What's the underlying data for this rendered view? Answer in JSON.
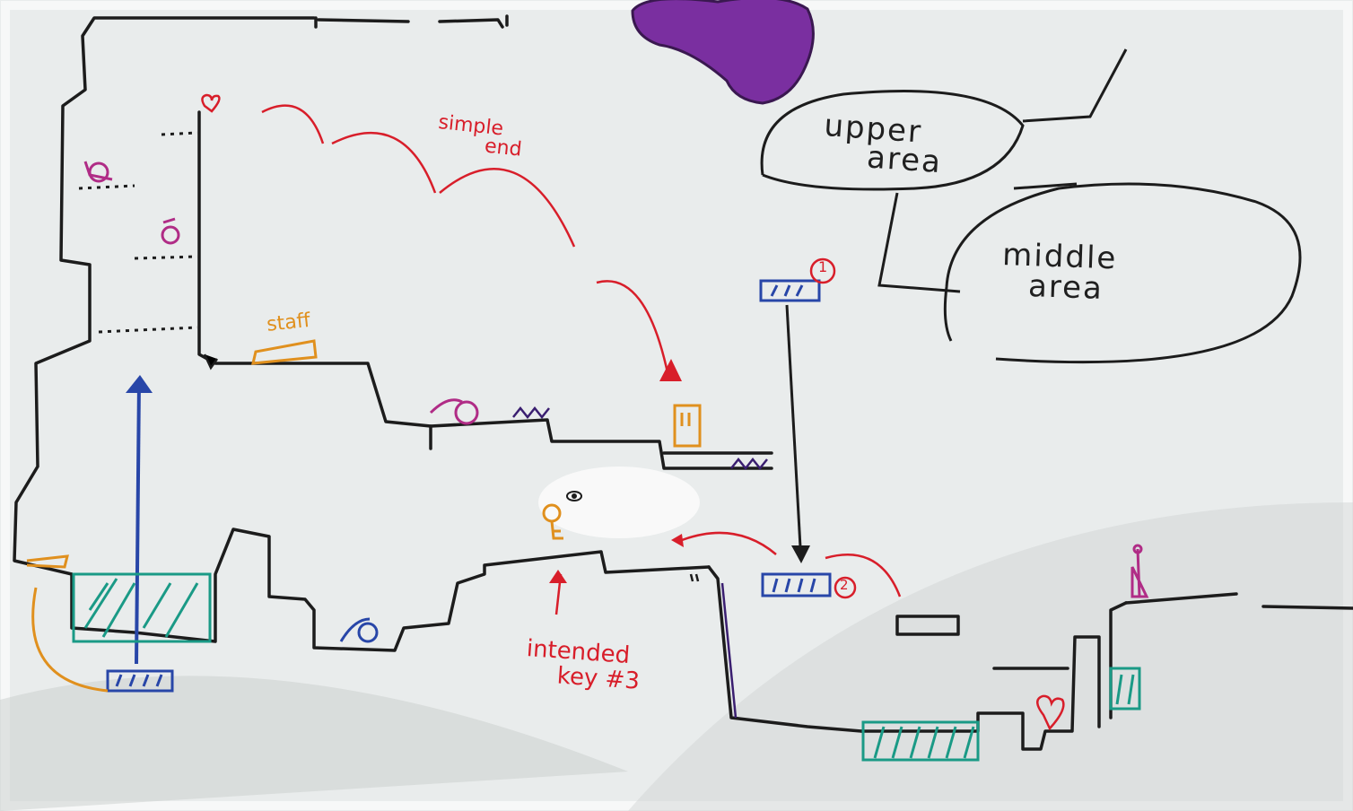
{
  "board": {
    "surface_color": "#e9ecec",
    "marker_colors": {
      "black": "#1c1c1c",
      "red": "#d81e2a",
      "orange": "#e0901e",
      "blue": "#2846a8",
      "teal": "#1a9a86",
      "magenta": "#b02c86",
      "purple_eraser": "#7a2fa0"
    }
  },
  "labels": {
    "simple_end_line1": "simple",
    "simple_end_line2": "end",
    "upper_area_line1": "upper",
    "upper_area_line2": "area",
    "middle_area_line1": "middle",
    "middle_area_line2": "area",
    "staff": "staff",
    "intended_key_line1": "intended",
    "intended_key_line2": "key #3",
    "marker_1": "1",
    "marker_2": "2"
  },
  "icons": [
    "heart-icon",
    "key-icon",
    "door-icon",
    "eye-icon",
    "spike-icon",
    "snail-enemy-icon",
    "eraser"
  ]
}
